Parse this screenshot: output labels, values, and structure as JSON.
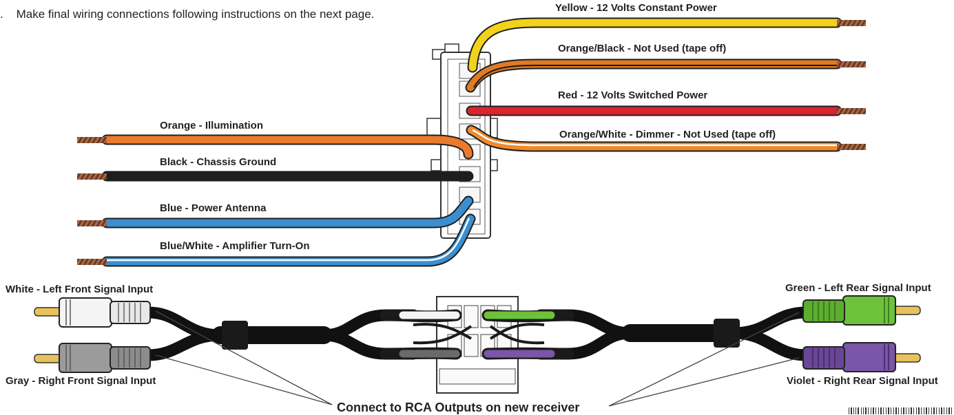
{
  "instruction": {
    "marker": ".",
    "text": "Make final wiring connections following instructions on the next page."
  },
  "right_wires": [
    {
      "label": "Yellow - 12 Volts Constant Power",
      "color": "#f2d21b",
      "stripe": ""
    },
    {
      "label": "Orange/Black - Not Used (tape off)",
      "color": "#e07a24",
      "stripe": "#1a1a1a"
    },
    {
      "label": "Red - 12 Volts Switched Power",
      "color": "#d7262d",
      "stripe": ""
    },
    {
      "label": "Orange/White - Dimmer - Not Used (tape off)",
      "color": "#ee8a2e",
      "stripe": "#ffffff"
    }
  ],
  "left_wires": [
    {
      "label": "Orange - Illumination",
      "color": "#ec7a2b",
      "stripe": ""
    },
    {
      "label": "Black - Chassis Ground",
      "color": "#1e1e1e",
      "stripe": ""
    },
    {
      "label": "Blue - Power Antenna",
      "color": "#3b8fd0",
      "stripe": ""
    },
    {
      "label": "Blue/White - Amplifier Turn-On",
      "color": "#3b8fd0",
      "stripe": "#ffffff"
    }
  ],
  "rca": {
    "left_top": {
      "label": "White - Left Front Signal Input",
      "color": "#f4f4f4"
    },
    "left_bottom": {
      "label": "Gray - Right Front Signal Input",
      "color": "#9b9b9b"
    },
    "right_top": {
      "label": "Green - Left Rear Signal Input",
      "color": "#6cc23a"
    },
    "right_bottom": {
      "label": "Violet - Right Rear Signal Input",
      "color": "#7b55a8"
    }
  },
  "caption": "Connect to RCA Outputs on new receiver"
}
